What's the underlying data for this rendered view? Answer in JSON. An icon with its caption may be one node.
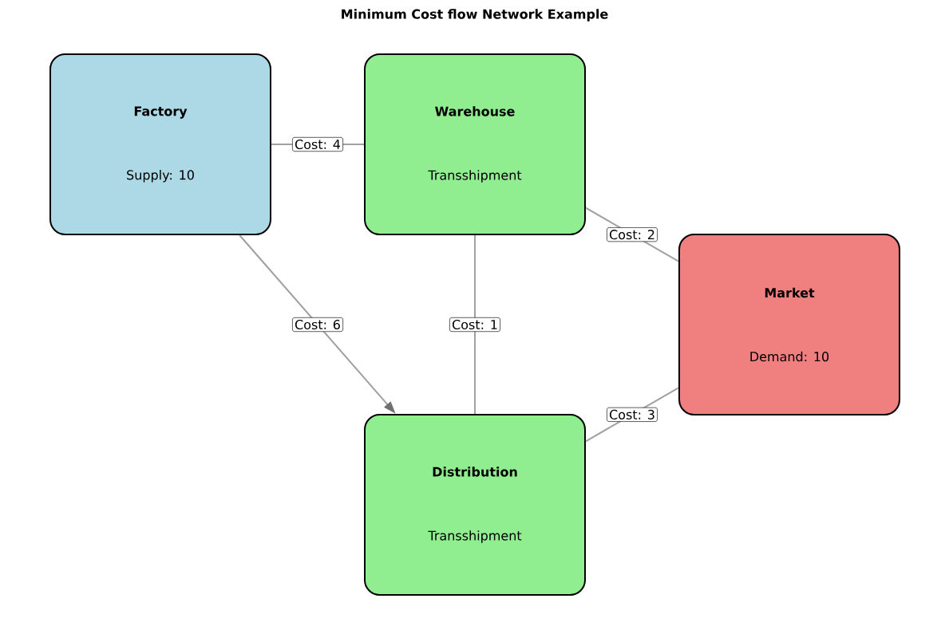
{
  "diagram": {
    "title": "Minimum Cost flow Network Example",
    "nodes": [
      {
        "text": [
          "Factory",
          "Supply: 10"
        ]
      },
      {
        "text": [
          "Warehouse",
          "Transshipment"
        ]
      },
      {
        "text": [
          "Market",
          "Demand: 10"
        ]
      },
      {
        "text": [
          "Distribution",
          "Transshipment"
        ]
      }
    ],
    "edges": [
      {
        "from": 0,
        "to": 1,
        "arrow": "none",
        "label": "Cost: 4"
      },
      {
        "from": 0,
        "to": 3,
        "arrow": "to",
        "label": "Cost: 6"
      },
      {
        "from": 1,
        "to": 3,
        "arrow": "none",
        "label": "Cost: 1"
      },
      {
        "from": 1,
        "to": 2,
        "arrow": "none",
        "label": "Cost: 2"
      },
      {
        "from": 3,
        "to": 2,
        "arrow": "none",
        "label": "Cost: 3"
      }
    ]
  }
}
